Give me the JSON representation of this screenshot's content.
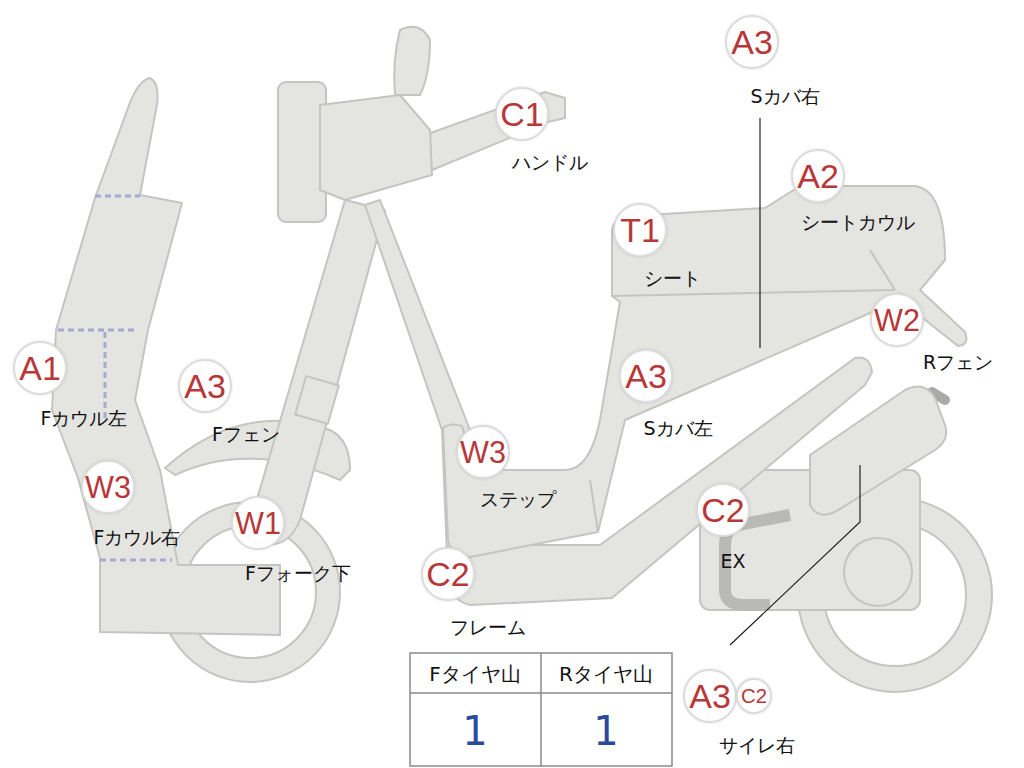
{
  "diagram": {
    "nodes": [
      {
        "text": [
          "A3",
          "Sカバ右"
        ]
      },
      {
        "text": [
          "C1",
          "ハンドル"
        ]
      },
      {
        "text": [
          "A2",
          "シートカウル"
        ]
      },
      {
        "text": [
          "T1",
          "シート"
        ]
      },
      {
        "text": [
          "W2",
          "Rフェン"
        ]
      },
      {
        "text": [
          "A1",
          "Fカウル左"
        ]
      },
      {
        "text": [
          "A3",
          "Fフェン"
        ]
      },
      {
        "text": [
          "A3",
          "Sカバ左"
        ]
      },
      {
        "text": [
          "W3",
          "ステップ"
        ]
      },
      {
        "text": [
          "W3",
          "Fカウル右"
        ]
      },
      {
        "text": [
          "W1",
          "Fフォーク下"
        ]
      },
      {
        "text": [
          "C2",
          "EX"
        ]
      },
      {
        "text": [
          "C2",
          "フレーム"
        ]
      },
      {
        "text": [
          "A3",
          "サイレ右"
        ]
      },
      {
        "text": [
          "C2"
        ]
      }
    ],
    "labels": [
      "Fタイヤ山",
      "Rタイヤ山",
      "1",
      "1"
    ]
  }
}
